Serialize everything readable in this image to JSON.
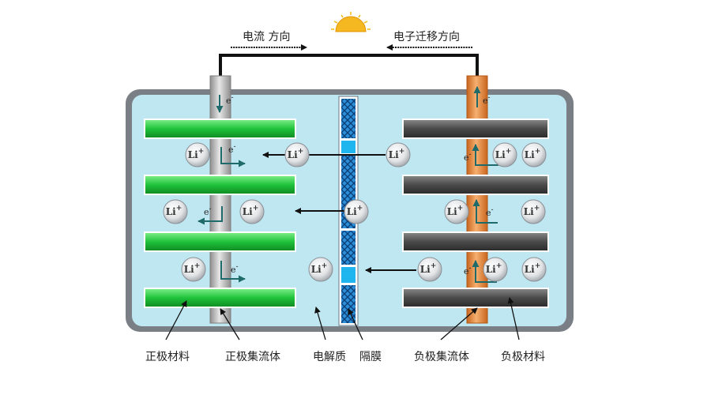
{
  "top": {
    "current_direction": "电流 方向",
    "electron_direction": "电子迁移方向"
  },
  "ion": {
    "symbol": "Li",
    "charge": "+"
  },
  "electron": {
    "symbol": "e",
    "charge": "-"
  },
  "labels": {
    "cathode_material": "正极材料",
    "cathode_collector": "正极集流体",
    "electrolyte": "电解质",
    "separator": "隔膜",
    "anode_collector": "负极集流体",
    "anode_material": "负极材料"
  },
  "colors": {
    "cathode_material": "#1fc23a",
    "anode_material": "#4a4a4a",
    "cathode_collector": "#b5b5b5",
    "anode_collector": "#e8893a",
    "electrolyte": "#bfe7f1",
    "separator": "#2a8fd6",
    "cell_border": "#7a7f86"
  }
}
